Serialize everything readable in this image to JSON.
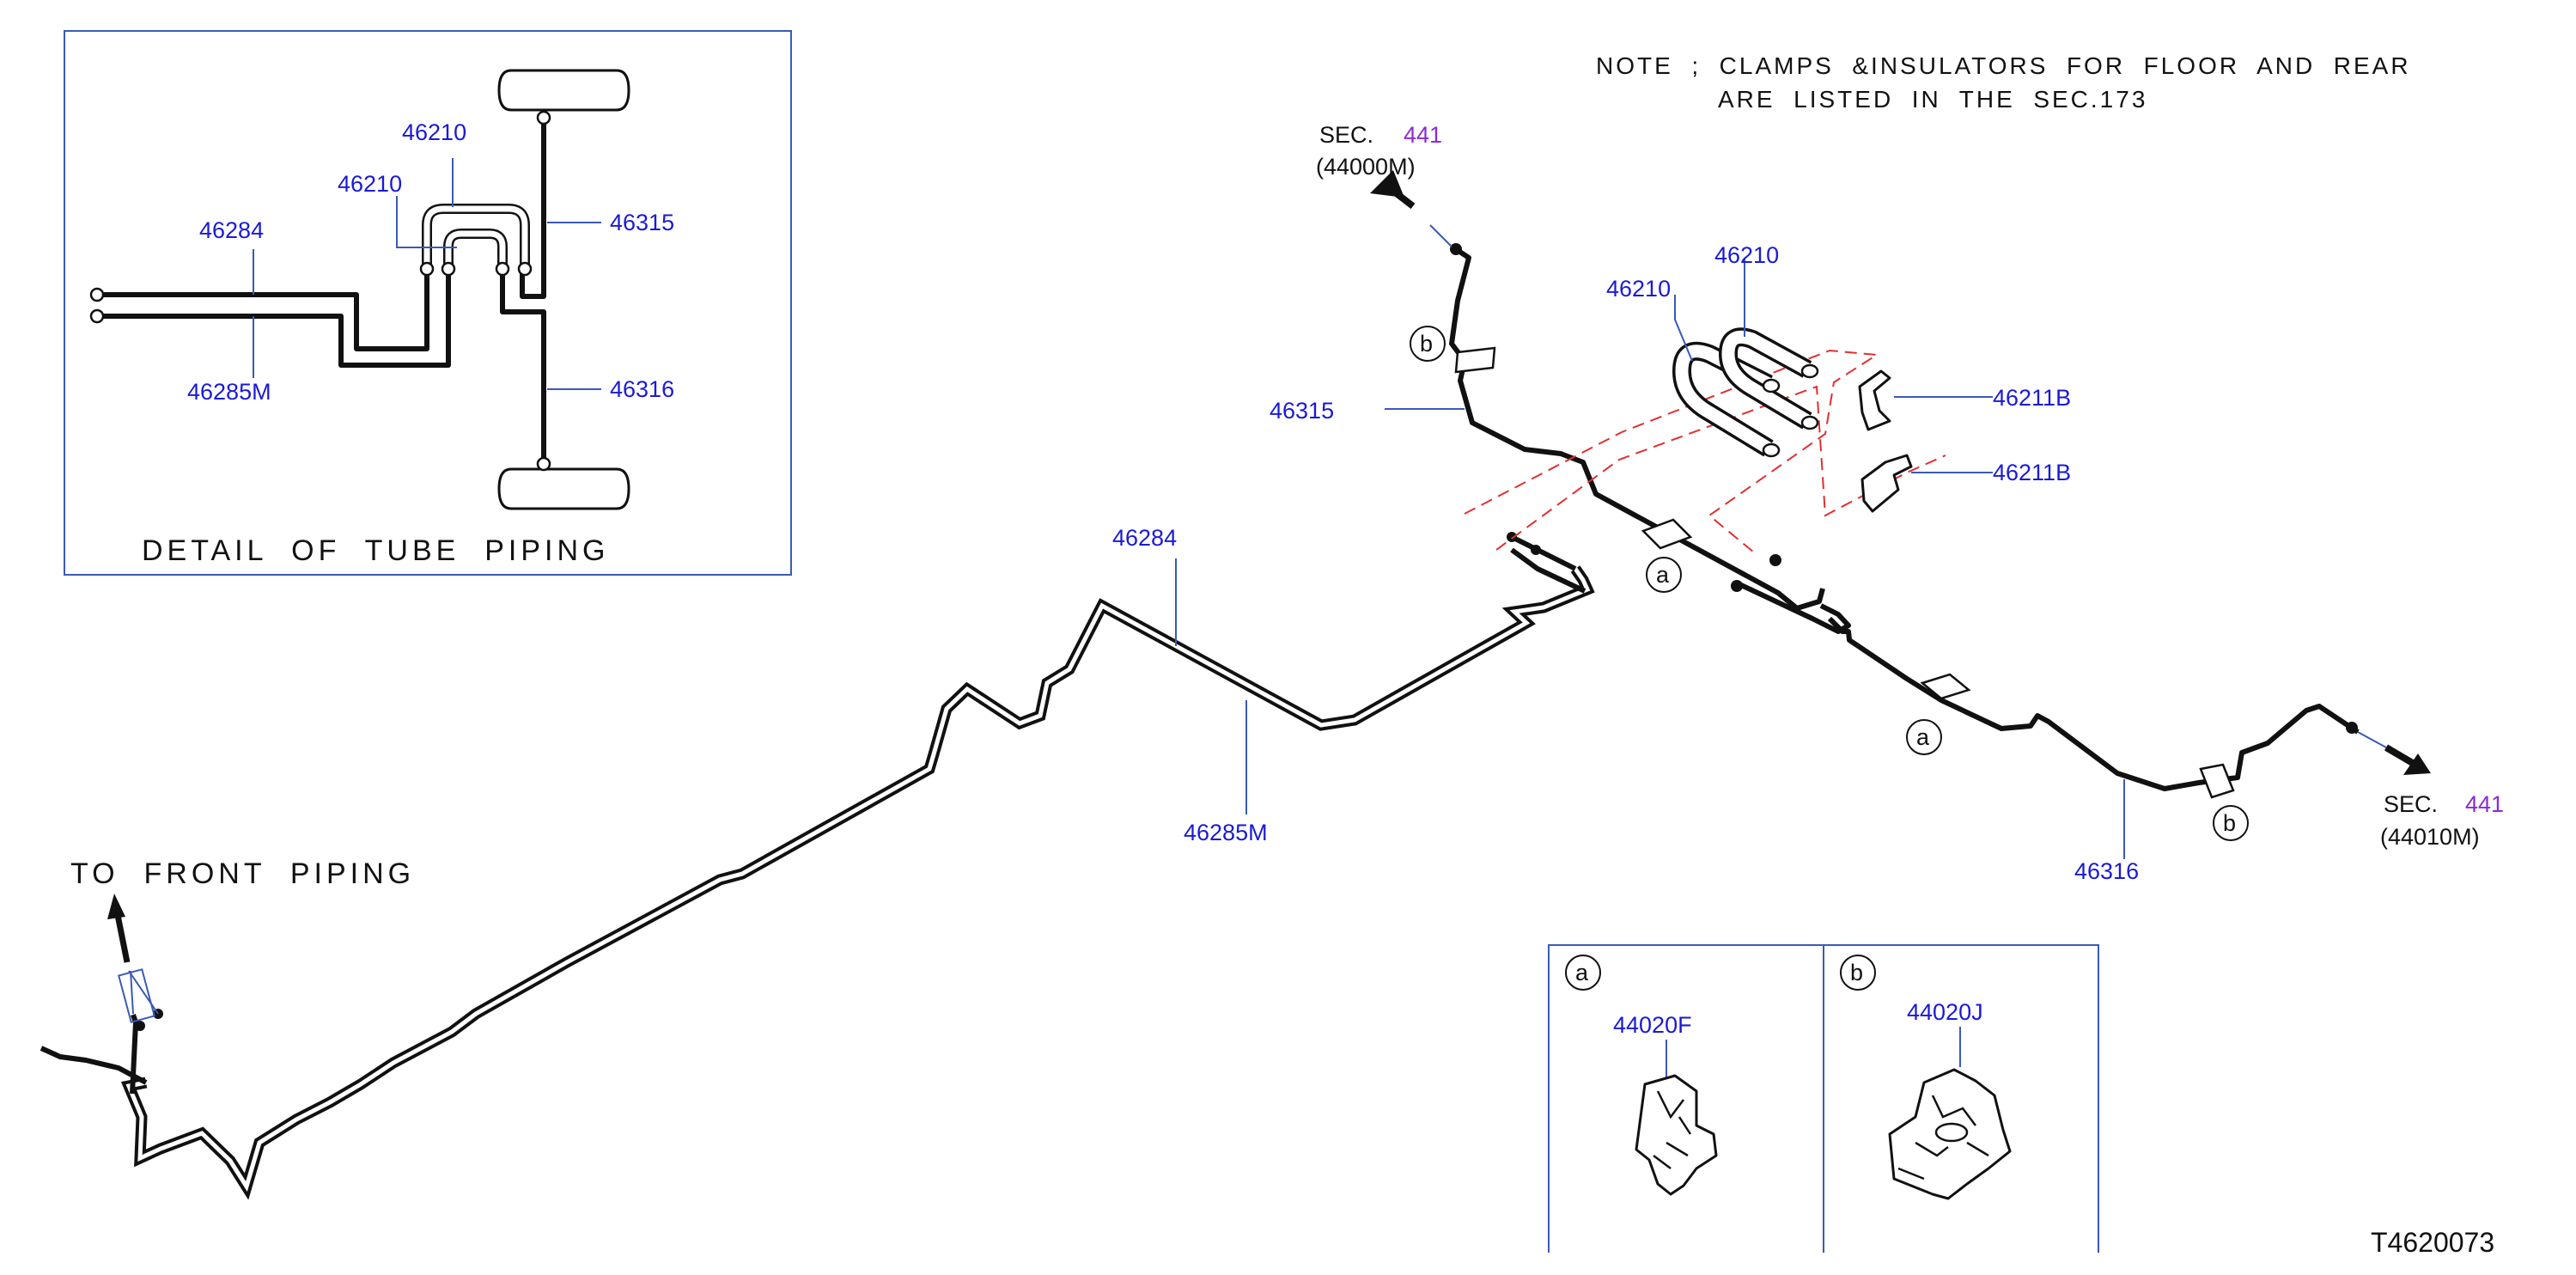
{
  "detail": {
    "title": "DETAIL  OF  TUBE  PIPING",
    "labels": {
      "p46210a": "46210",
      "p46210b": "46210",
      "p46284": "46284",
      "p46285m": "46285M",
      "p46315": "46315",
      "p46316": "46316"
    }
  },
  "note": {
    "line1": "NOTE  ;  CLAMPS  &INSULATORS  FOR  FLOOR  AND  REAR",
    "line2": "ARE  LISTED  IN  THE  SEC.173"
  },
  "refs": {
    "sec_top_prefix": "SEC.",
    "sec_top_num": "441",
    "sec_top_sub": "(44000M)",
    "sec_right_prefix": "SEC.",
    "sec_right_num": "441",
    "sec_right_sub": "(44010M)"
  },
  "main_labels": {
    "p46210a": "46210",
    "p46210b": "46210",
    "p46211b_1": "46211B",
    "p46211b_2": "46211B",
    "p46315": "46315",
    "p46316": "46316",
    "p46284": "46284",
    "p46285m": "46285M",
    "to_front": "TO  FRONT  PIPING"
  },
  "clips": {
    "a_letter": "a",
    "a_part": "44020F",
    "b_letter": "b",
    "b_part": "44020J"
  },
  "callouts": {
    "a": "a",
    "b": "b"
  },
  "drawing_id": "T4620073",
  "colors": {
    "part_number": "#1a1ad6",
    "section_number": "#8a2bd6",
    "leader_and_box": "#3a5ab8",
    "pipe": "#111111",
    "phantom": "#e03030"
  }
}
